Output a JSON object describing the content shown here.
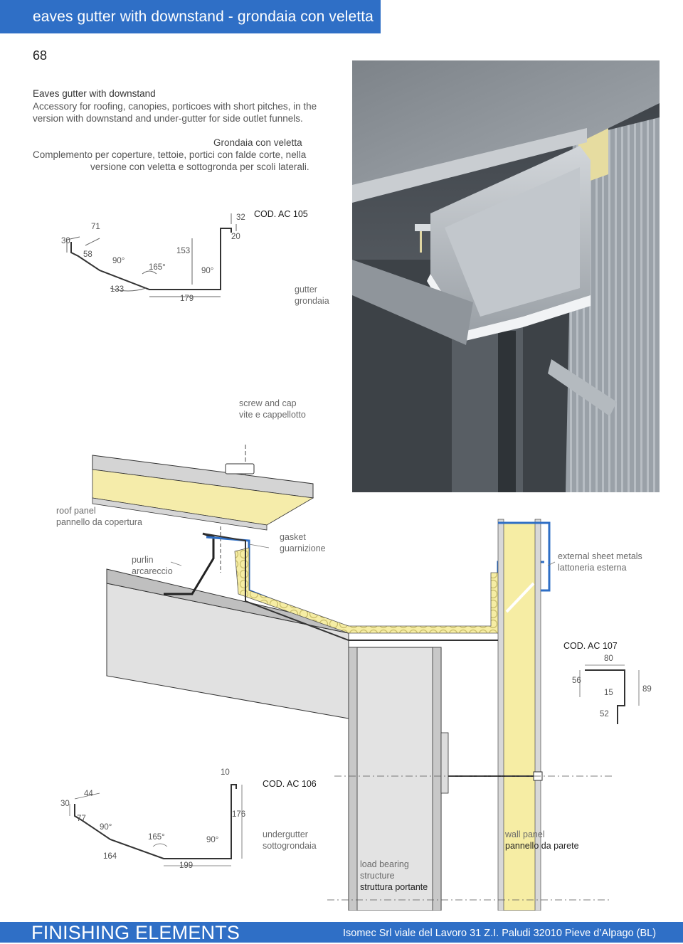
{
  "header": {
    "title": "eaves gutter with downstand - grondaia con veletta",
    "page_number": "68",
    "accent_color": "#2f6fc6"
  },
  "intro": {
    "en_title": "Eaves gutter with downstand",
    "en_body": "Accessory for roofing, canopies, porticoes with short pitches, in the version with downstand and under-gutter for side outlet funnels.",
    "it_title": "Grondaia con veletta",
    "it_body_line1": "Complemento per coperture, tettoie, portici con falde corte, nella",
    "it_body_line2": "versione con veletta e sottogronda per scoli laterali."
  },
  "profile_ac105": {
    "code": "COD. AC 105",
    "label_en": "gutter",
    "label_it": "grondaia",
    "dims": [
      "30",
      "71",
      "58",
      "90°",
      "165°",
      "133",
      "179",
      "153",
      "90°",
      "32",
      "20"
    ]
  },
  "profile_ac106": {
    "code": "COD. AC 106",
    "label_en": "undergutter",
    "label_it": "sottogrondaia",
    "dims": [
      "30",
      "44",
      "77",
      "90°",
      "165°",
      "164",
      "199",
      "90°",
      "176",
      "10"
    ]
  },
  "profile_ac107": {
    "code": "COD. AC 107",
    "dims": [
      "80",
      "56",
      "15",
      "89",
      "52"
    ]
  },
  "callouts": {
    "screw_en": "screw and cap",
    "screw_it": "vite e cappellotto",
    "roof_en": "roof panel",
    "roof_it": "pannello da copertura",
    "purlin_en": "purlin",
    "purlin_it": "arcareccio",
    "gasket_en": "gasket",
    "gasket_it": "guarnizione",
    "external_en": "external sheet metals",
    "external_it": "lattoneria esterna",
    "wall_en": "wall panel",
    "wall_it": "pannello da parete",
    "structure_en1": "load bearing",
    "structure_en2": "structure",
    "structure_it": "struttura portante"
  },
  "footer": {
    "section": "FINISHING ELEMENTS",
    "company": "Isomec Srl  viale del Lavoro 31  Z.I. Paludi  32010 Pieve d’Alpago (BL)"
  }
}
